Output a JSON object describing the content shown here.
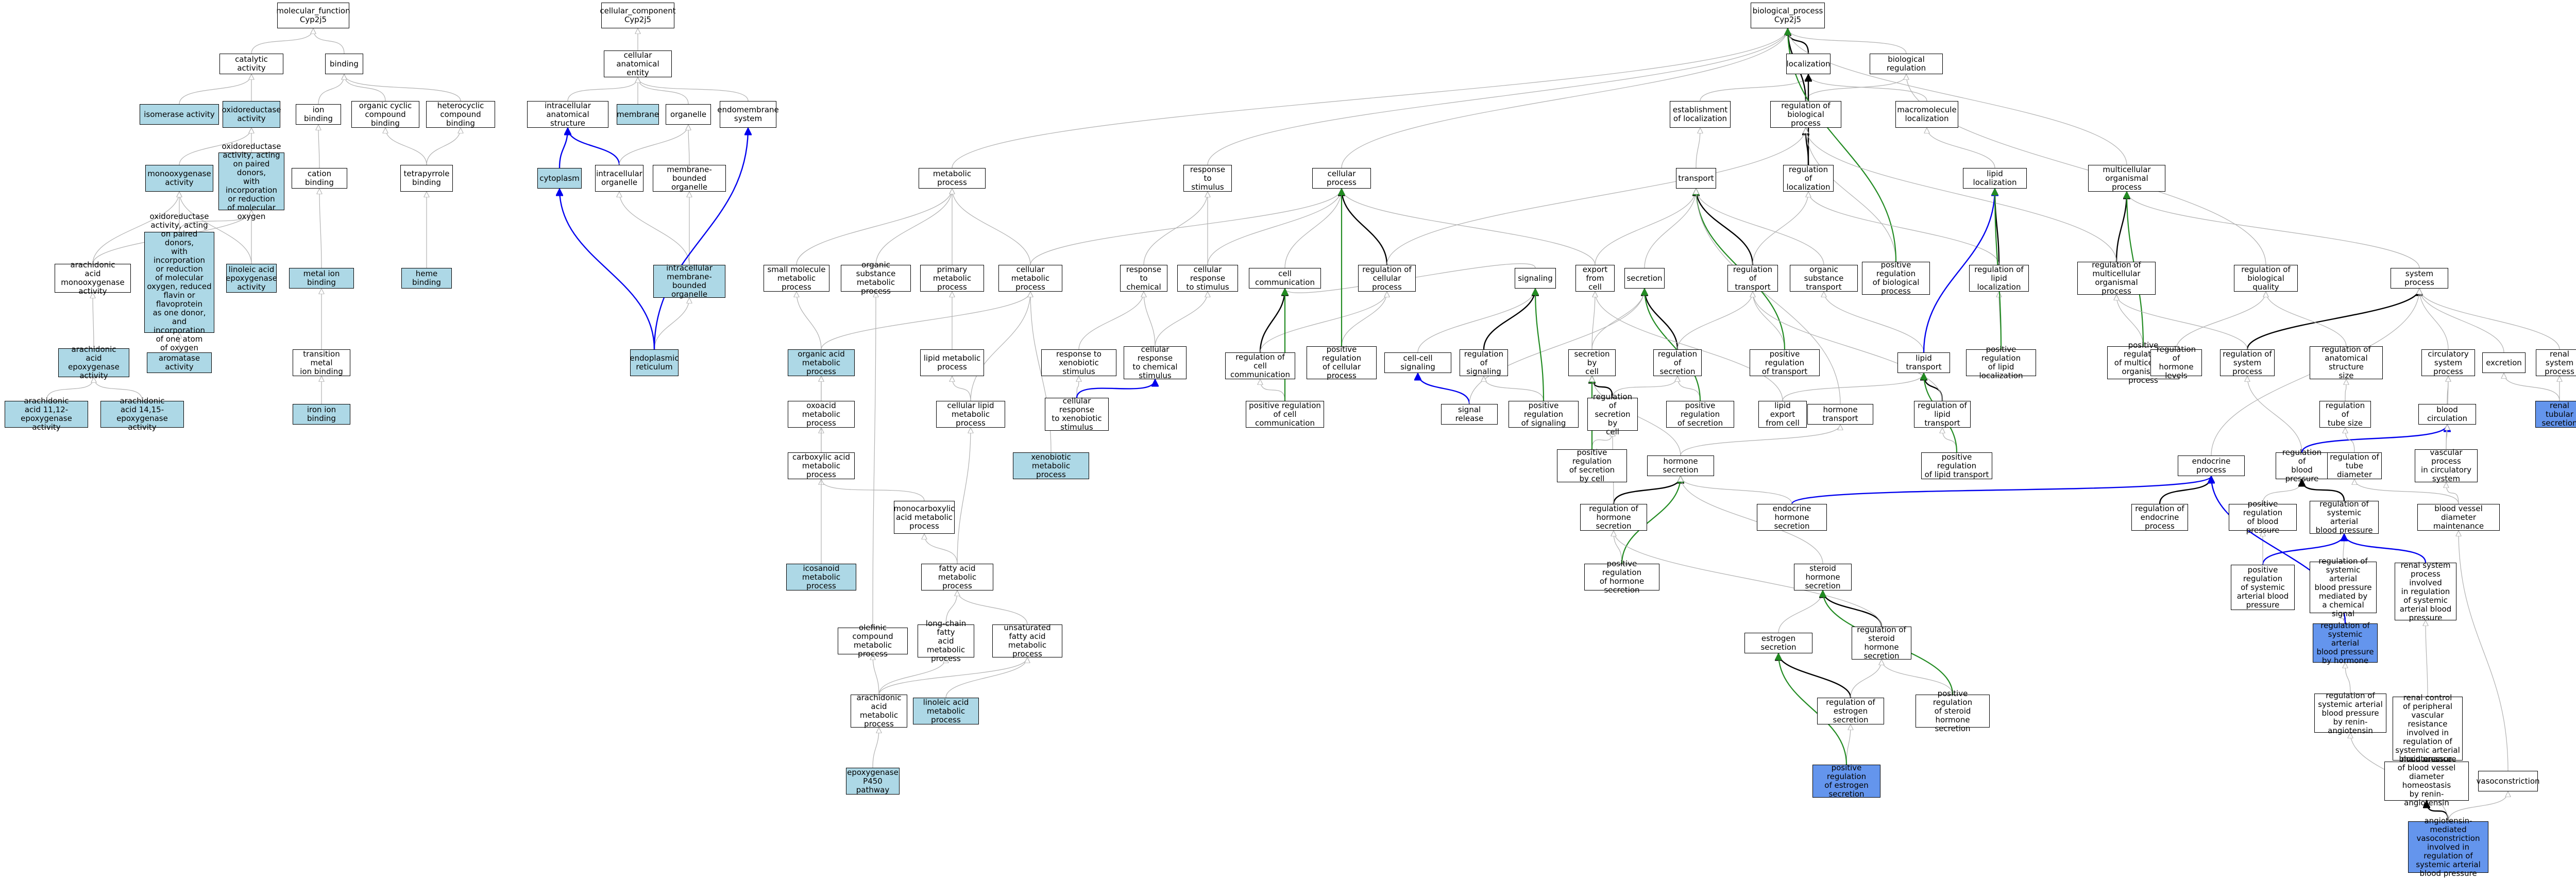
{
  "nodes": [
    {
      "id": "mf",
      "label": "molecular_function\nCyp2j5",
      "style": "plain"
    },
    {
      "id": "catact",
      "label": "catalytic activity",
      "style": "plain"
    },
    {
      "id": "binding",
      "label": "binding",
      "style": "plain"
    },
    {
      "id": "isomerase",
      "label": "isomerase activity",
      "style": "hl"
    },
    {
      "id": "oxidored",
      "label": "oxidoreductase\nactivity",
      "style": "hl"
    },
    {
      "id": "ionbind",
      "label": "ion binding",
      "style": "plain"
    },
    {
      "id": "orgcyc",
      "label": "organic cyclic\ncompound binding",
      "style": "plain"
    },
    {
      "id": "hetcyc",
      "label": "heterocyclic\ncompound binding",
      "style": "plain"
    },
    {
      "id": "oxpaired",
      "label": "oxidoreductase\nactivity, acting\non paired donors,\nwith incorporation\nor reduction\nof molecular\noxygen",
      "style": "hl"
    },
    {
      "id": "monooxy",
      "label": "monooxygenase\nactivity",
      "style": "hl"
    },
    {
      "id": "cationbind",
      "label": "cation binding",
      "style": "plain"
    },
    {
      "id": "tetrapyr",
      "label": "tetrapyrrole\nbinding",
      "style": "plain"
    },
    {
      "id": "oxflavin",
      "label": "oxidoreductase\nactivity, acting\non paired donors,\nwith incorporation\nor reduction\nof molecular\noxygen, reduced\nflavin or flavoprotein\nas one donor,\nand incorporation\nof one atom\nof oxygen",
      "style": "hl"
    },
    {
      "id": "linepox",
      "label": "linoleic acid\nepoxygenase\nactivity",
      "style": "hl"
    },
    {
      "id": "arachmono",
      "label": "arachidonic\nacid monooxygenase\nactivity",
      "style": "plain"
    },
    {
      "id": "metalion",
      "label": "metal ion binding",
      "style": "hl"
    },
    {
      "id": "heme",
      "label": "heme binding",
      "style": "hl"
    },
    {
      "id": "arachepox",
      "label": "arachidonic\nacid epoxygenase\nactivity",
      "style": "hl"
    },
    {
      "id": "aromatase",
      "label": "aromatase activity",
      "style": "hl"
    },
    {
      "id": "transmet",
      "label": "transition metal\nion binding",
      "style": "plain"
    },
    {
      "id": "ae1112",
      "label": "arachidonic\nacid 11,12-epoxygenase\nactivity",
      "style": "hl"
    },
    {
      "id": "ae1415",
      "label": "arachidonic\nacid 14,15-epoxygenase\nactivity",
      "style": "hl"
    },
    {
      "id": "iron",
      "label": "iron ion binding",
      "style": "hl"
    },
    {
      "id": "cc",
      "label": "cellular_component\nCyp2j5",
      "style": "plain"
    },
    {
      "id": "cae",
      "label": "cellular anatomical\nentity",
      "style": "plain"
    },
    {
      "id": "intracas",
      "label": "intracellular\nanatomical structure",
      "style": "plain"
    },
    {
      "id": "membrane",
      "label": "membrane",
      "style": "hl"
    },
    {
      "id": "organelle",
      "label": "organelle",
      "style": "plain"
    },
    {
      "id": "endomem",
      "label": "endomembrane\nsystem",
      "style": "plain"
    },
    {
      "id": "cytoplasm",
      "label": "cytoplasm",
      "style": "hl"
    },
    {
      "id": "intraorg",
      "label": "intracellular\norganelle",
      "style": "plain"
    },
    {
      "id": "membound",
      "label": "membrane-bounded\norganelle",
      "style": "plain"
    },
    {
      "id": "intramem",
      "label": "intracellular\nmembrane-bounded\norganelle",
      "style": "hl"
    },
    {
      "id": "er",
      "label": "endoplasmic\nreticulum",
      "style": "hl"
    },
    {
      "id": "bp",
      "label": "biological_process\nCyp2j5",
      "style": "plain"
    },
    {
      "id": "localization",
      "label": "localization",
      "style": "plain"
    },
    {
      "id": "bioreg",
      "label": "biological regulation",
      "style": "plain"
    },
    {
      "id": "estloc",
      "label": "establishment\nof localization",
      "style": "plain"
    },
    {
      "id": "regbp",
      "label": "regulation of\nbiological process",
      "style": "plain"
    },
    {
      "id": "macroloc",
      "label": "macromolecule\nlocalization",
      "style": "plain"
    },
    {
      "id": "metab",
      "label": "metabolic process",
      "style": "plain"
    },
    {
      "id": "respstim",
      "label": "response to\nstimulus",
      "style": "plain"
    },
    {
      "id": "cellproc",
      "label": "cellular process",
      "style": "plain"
    },
    {
      "id": "transport",
      "label": "transport",
      "style": "plain"
    },
    {
      "id": "regloc",
      "label": "regulation of\nlocalization",
      "style": "plain"
    },
    {
      "id": "lipidloc",
      "label": "lipid localization",
      "style": "plain"
    },
    {
      "id": "multiorg",
      "label": "multicellular\norganismal process",
      "style": "plain"
    },
    {
      "id": "smallmol",
      "label": "small molecule\nmetabolic process",
      "style": "plain"
    },
    {
      "id": "orgsubmet",
      "label": "organic substance\nmetabolic process",
      "style": "plain"
    },
    {
      "id": "primmet",
      "label": "primary metabolic\nprocess",
      "style": "plain"
    },
    {
      "id": "cellmet",
      "label": "cellular metabolic\nprocess",
      "style": "plain"
    },
    {
      "id": "respchem",
      "label": "response to\nchemical",
      "style": "plain"
    },
    {
      "id": "cellresp",
      "label": "cellular response\nto stimulus",
      "style": "plain"
    },
    {
      "id": "cellcomm",
      "label": "cell communication",
      "style": "plain"
    },
    {
      "id": "regcellproc",
      "label": "regulation of\ncellular process",
      "style": "plain"
    },
    {
      "id": "signaling",
      "label": "signaling",
      "style": "plain"
    },
    {
      "id": "exportcell",
      "label": "export from\ncell",
      "style": "plain"
    },
    {
      "id": "secretion",
      "label": "secretion",
      "style": "plain"
    },
    {
      "id": "regtransport",
      "label": "regulation of\ntransport",
      "style": "plain"
    },
    {
      "id": "orgsubtrans",
      "label": "organic substance\ntransport",
      "style": "plain"
    },
    {
      "id": "posregbp",
      "label": "positive regulation\nof biological\nprocess",
      "style": "plain"
    },
    {
      "id": "reglipidloc",
      "label": "regulation of\nlipid localization",
      "style": "plain"
    },
    {
      "id": "regmulti",
      "label": "regulation of\nmulticellular\norganismal process",
      "style": "plain"
    },
    {
      "id": "regbioqual",
      "label": "regulation of\nbiological quality",
      "style": "plain"
    },
    {
      "id": "sysproc",
      "label": "system process",
      "style": "plain"
    },
    {
      "id": "orgacid",
      "label": "organic acid\nmetabolic process",
      "style": "hl"
    },
    {
      "id": "lipidmet",
      "label": "lipid metabolic\nprocess",
      "style": "plain"
    },
    {
      "id": "respxeno",
      "label": "response to\nxenobiotic stimulus",
      "style": "plain"
    },
    {
      "id": "cellrespchem",
      "label": "cellular response\nto chemical\nstimulus",
      "style": "plain"
    },
    {
      "id": "regcellcomm",
      "label": "regulation of\ncell communication",
      "style": "plain"
    },
    {
      "id": "posregcp",
      "label": "positive regulation\nof cellular\nprocess",
      "style": "plain"
    },
    {
      "id": "cellcellsig",
      "label": "cell-cell signaling",
      "style": "plain"
    },
    {
      "id": "regsig",
      "label": "regulation of\nsignaling",
      "style": "plain"
    },
    {
      "id": "secbycell",
      "label": "secretion by\ncell",
      "style": "plain"
    },
    {
      "id": "regsecretion",
      "label": "regulation of\nsecretion",
      "style": "plain"
    },
    {
      "id": "posregtrans",
      "label": "positive regulation\nof transport",
      "style": "plain"
    },
    {
      "id": "lipidtrans",
      "label": "lipid transport",
      "style": "plain"
    },
    {
      "id": "posreglipidloc",
      "label": "positive regulation\nof lipid localization",
      "style": "plain"
    },
    {
      "id": "posregmulti",
      "label": "positive regulation\nof multicellular\norganismal process",
      "style": "plain"
    },
    {
      "id": "reghormlev",
      "label": "regulation of\nhormone levels",
      "style": "plain"
    },
    {
      "id": "regsysproc",
      "label": "regulation of\nsystem process",
      "style": "plain"
    },
    {
      "id": "reganat",
      "label": "regulation of\nanatomical structure\nsize",
      "style": "plain"
    },
    {
      "id": "circsys",
      "label": "circulatory\nsystem process",
      "style": "plain"
    },
    {
      "id": "excretion",
      "label": "excretion",
      "style": "plain"
    },
    {
      "id": "renalsys",
      "label": "renal system\nprocess",
      "style": "plain"
    },
    {
      "id": "oxoacid",
      "label": "oxoacid metabolic\nprocess",
      "style": "plain"
    },
    {
      "id": "celllipid",
      "label": "cellular lipid\nmetabolic process",
      "style": "plain"
    },
    {
      "id": "cellrespxeno",
      "label": "cellular response\nto xenobiotic\nstimulus",
      "style": "plain"
    },
    {
      "id": "posregcellcomm",
      "label": "positive regulation\nof cell communication",
      "style": "plain"
    },
    {
      "id": "sigrelease",
      "label": "signal release",
      "style": "plain"
    },
    {
      "id": "posregsig",
      "label": "positive regulation\nof signaling",
      "style": "plain"
    },
    {
      "id": "regsecbycell",
      "label": "regulation of\nsecretion by\ncell",
      "style": "plain"
    },
    {
      "id": "posregsec",
      "label": "positive regulation\nof secretion",
      "style": "plain"
    },
    {
      "id": "lipidexport",
      "label": "lipid export\nfrom cell",
      "style": "plain"
    },
    {
      "id": "hormtrans",
      "label": "hormone transport",
      "style": "plain"
    },
    {
      "id": "reglipidtrans",
      "label": "regulation of\nlipid transport",
      "style": "plain"
    },
    {
      "id": "regtubesize",
      "label": "regulation of\ntube size",
      "style": "plain"
    },
    {
      "id": "bloodcirc",
      "label": "blood circulation",
      "style": "plain"
    },
    {
      "id": "renaltub",
      "label": "renal tubular\nsecretion",
      "style": "dk"
    },
    {
      "id": "xenomet",
      "label": "xenobiotic metabolic\nprocess",
      "style": "hl"
    },
    {
      "id": "carbox",
      "label": "carboxylic acid\nmetabolic process",
      "style": "plain"
    },
    {
      "id": "posregsecbycell",
      "label": "positive regulation\nof secretion\nby cell",
      "style": "plain"
    },
    {
      "id": "hormsec",
      "label": "hormone secretion",
      "style": "plain"
    },
    {
      "id": "posreglipidtrans",
      "label": "positive regulation\nof lipid transport",
      "style": "plain"
    },
    {
      "id": "endoproc",
      "label": "endocrine process",
      "style": "plain"
    },
    {
      "id": "regbp2",
      "label": "regulation of\nblood pressure",
      "style": "plain"
    },
    {
      "id": "regtubediam",
      "label": "regulation of\ntube diameter",
      "style": "plain"
    },
    {
      "id": "vascproc",
      "label": "vascular process\nin circulatory\nsystem",
      "style": "plain"
    },
    {
      "id": "monocarb",
      "label": "monocarboxylic\nacid metabolic\nprocess",
      "style": "plain"
    },
    {
      "id": "reghormsec",
      "label": "regulation of\nhormone secretion",
      "style": "plain"
    },
    {
      "id": "endohormsec",
      "label": "endocrine hormone\nsecretion",
      "style": "plain"
    },
    {
      "id": "regendoproc",
      "label": "regulation of\nendocrine process",
      "style": "plain"
    },
    {
      "id": "posregbp2",
      "label": "positive regulation\nof blood pressure",
      "style": "plain"
    },
    {
      "id": "regsysart",
      "label": "regulation of\nsystemic arterial\nblood pressure",
      "style": "plain"
    },
    {
      "id": "bvdm",
      "label": "blood vessel\ndiameter maintenance",
      "style": "plain"
    },
    {
      "id": "eicos",
      "label": "icosanoid metabolic\nprocess",
      "style": "hl"
    },
    {
      "id": "fattyacid",
      "label": "fatty acid metabolic\nprocess",
      "style": "plain"
    },
    {
      "id": "posreghormsec",
      "label": "positive regulation\nof hormone secretion",
      "style": "plain"
    },
    {
      "id": "steroidsec",
      "label": "steroid hormone\nsecretion",
      "style": "plain"
    },
    {
      "id": "posregsysart",
      "label": "positive regulation\nof systemic\narterial blood\npressure",
      "style": "plain"
    },
    {
      "id": "regsysartchem",
      "label": "regulation of\nsystemic arterial\nblood pressure\nmediated by\na chemical signal",
      "style": "plain"
    },
    {
      "id": "renalsysinv",
      "label": "renal system\nprocess involved\nin regulation\nof systemic\narterial blood\npressure",
      "style": "plain"
    },
    {
      "id": "olefinic",
      "label": "olefinic compound\nmetabolic process",
      "style": "plain"
    },
    {
      "id": "longchain",
      "label": "long-chain fatty\nacid metabolic\nprocess",
      "style": "plain"
    },
    {
      "id": "unsatfa",
      "label": "unsaturated\nfatty acid metabolic\nprocess",
      "style": "plain"
    },
    {
      "id": "estrogensec",
      "label": "estrogen secretion",
      "style": "plain"
    },
    {
      "id": "regsteroidsec",
      "label": "regulation of\nsteroid hormone\nsecretion",
      "style": "plain"
    },
    {
      "id": "regsysarthorm",
      "label": "regulation of\nsystemic arterial\nblood pressure\nby hormone",
      "style": "dk"
    },
    {
      "id": "arachmet",
      "label": "arachidonic\nacid metabolic\nprocess",
      "style": "plain"
    },
    {
      "id": "linmet",
      "label": "linoleic acid\nmetabolic process",
      "style": "hl"
    },
    {
      "id": "regestrogen",
      "label": "regulation of\nestrogen secretion",
      "style": "plain"
    },
    {
      "id": "posregsteroid",
      "label": "positive regulation\nof steroid hormone\nsecretion",
      "style": "plain"
    },
    {
      "id": "regsysrenin",
      "label": "regulation of\nsystemic arterial\nblood pressure\nby renin-angiotensin",
      "style": "plain"
    },
    {
      "id": "renalctrl",
      "label": "renal control\nof peripheral\nvascular resistance\ninvolved in\nregulation of\nsystemic arterial\nblood pressure",
      "style": "plain"
    },
    {
      "id": "epoxy",
      "label": "epoxygenase\nP450 pathway",
      "style": "hl"
    },
    {
      "id": "posregestrogen",
      "label": "positive regulation\nof estrogen\nsecretion",
      "style": "dk"
    },
    {
      "id": "maintbv",
      "label": "maintenance\nof blood vessel\ndiameter homeostasis\nby renin-angiotensin",
      "style": "plain"
    },
    {
      "id": "vasoconst",
      "label": "vasoconstriction",
      "style": "plain"
    },
    {
      "id": "angio",
      "label": "angiotensin-mediated\nvasoconstriction\ninvolved in\nregulation of\nsystemic arterial\nblood pressure",
      "style": "dk"
    }
  ]
}
